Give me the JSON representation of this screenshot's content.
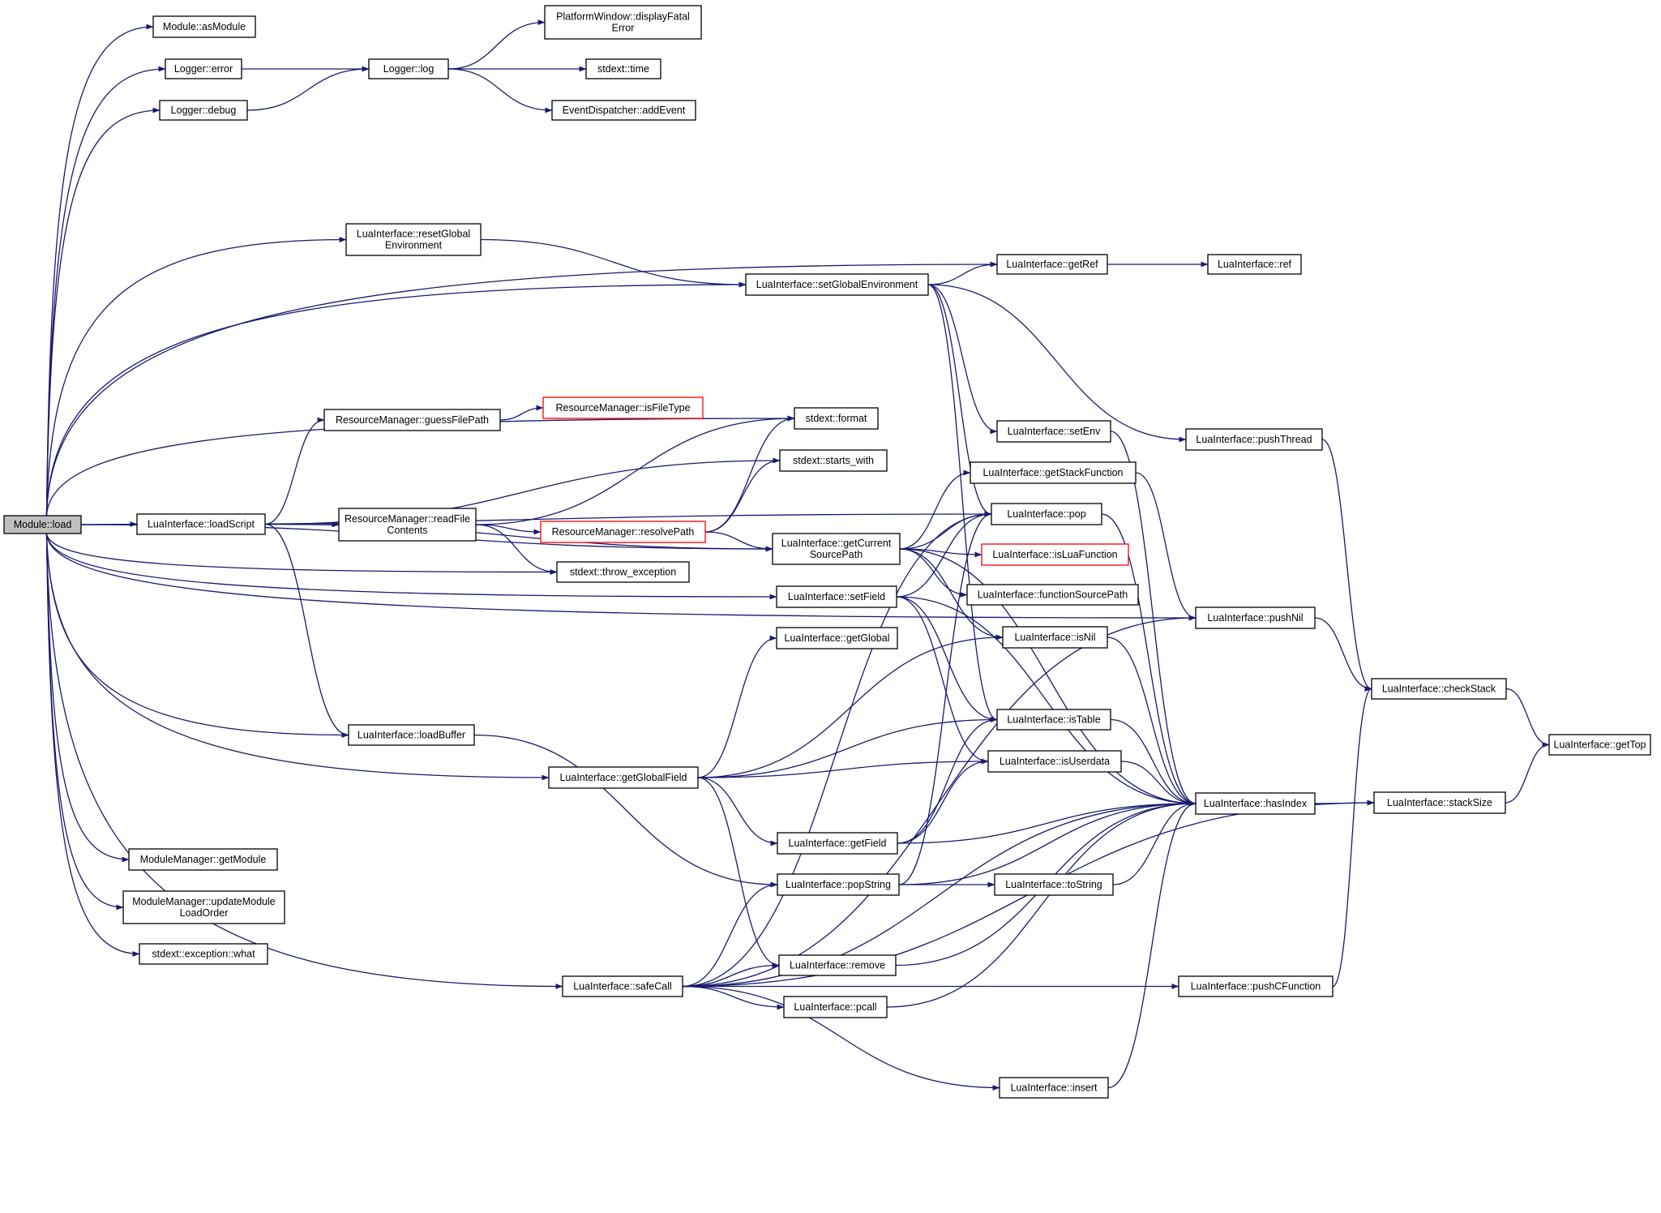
{
  "graph": {
    "nodes": [
      {
        "id": "module_load",
        "lines": [
          "Module::load"
        ],
        "style": "root"
      },
      {
        "id": "module_asModule",
        "lines": [
          "Module::asModule"
        ]
      },
      {
        "id": "logger_error",
        "lines": [
          "Logger::error"
        ]
      },
      {
        "id": "logger_debug",
        "lines": [
          "Logger::debug"
        ]
      },
      {
        "id": "logger_log",
        "lines": [
          "Logger::log"
        ]
      },
      {
        "id": "platform_displayFatalError",
        "lines": [
          "PlatformWindow::displayFatal",
          "Error"
        ]
      },
      {
        "id": "stdext_time",
        "lines": [
          "stdext::time"
        ]
      },
      {
        "id": "eventdispatcher_addEvent",
        "lines": [
          "EventDispatcher::addEvent"
        ]
      },
      {
        "id": "lua_resetGlobalEnvironment",
        "lines": [
          "LuaInterface::resetGlobal",
          "Environment"
        ]
      },
      {
        "id": "lua_setGlobalEnvironment",
        "lines": [
          "LuaInterface::setGlobalEnvironment"
        ]
      },
      {
        "id": "lua_getRef",
        "lines": [
          "LuaInterface::getRef"
        ]
      },
      {
        "id": "lua_ref",
        "lines": [
          "LuaInterface::ref"
        ]
      },
      {
        "id": "rm_guessFilePath",
        "lines": [
          "ResourceManager::guessFilePath"
        ]
      },
      {
        "id": "rm_isFileType",
        "lines": [
          "ResourceManager::isFileType"
        ],
        "style": "red"
      },
      {
        "id": "stdext_format",
        "lines": [
          "stdext::format"
        ]
      },
      {
        "id": "stdext_starts_with",
        "lines": [
          "stdext::starts_with"
        ]
      },
      {
        "id": "lua_setEnv",
        "lines": [
          "LuaInterface::setEnv"
        ]
      },
      {
        "id": "lua_pushThread",
        "lines": [
          "LuaInterface::pushThread"
        ]
      },
      {
        "id": "lua_getStackFunction",
        "lines": [
          "LuaInterface::getStackFunction"
        ]
      },
      {
        "id": "lua_pop",
        "lines": [
          "LuaInterface::pop"
        ]
      },
      {
        "id": "lua_loadScript",
        "lines": [
          "LuaInterface::loadScript"
        ]
      },
      {
        "id": "rm_readFileContents",
        "lines": [
          "ResourceManager::readFile",
          "Contents"
        ]
      },
      {
        "id": "rm_resolvePath",
        "lines": [
          "ResourceManager::resolvePath"
        ],
        "style": "red"
      },
      {
        "id": "lua_getCurrentSourcePath",
        "lines": [
          "LuaInterface::getCurrent",
          "SourcePath"
        ]
      },
      {
        "id": "lua_isLuaFunction",
        "lines": [
          "LuaInterface::isLuaFunction"
        ],
        "style": "red"
      },
      {
        "id": "stdext_throw_exception",
        "lines": [
          "stdext::throw_exception"
        ]
      },
      {
        "id": "lua_functionSourcePath",
        "lines": [
          "LuaInterface::functionSourcePath"
        ]
      },
      {
        "id": "lua_setField",
        "lines": [
          "LuaInterface::setField"
        ]
      },
      {
        "id": "lua_pushNil",
        "lines": [
          "LuaInterface::pushNil"
        ]
      },
      {
        "id": "lua_isNil",
        "lines": [
          "LuaInterface::isNil"
        ]
      },
      {
        "id": "lua_getGlobal",
        "lines": [
          "LuaInterface::getGlobal"
        ]
      },
      {
        "id": "lua_checkStack",
        "lines": [
          "LuaInterface::checkStack"
        ]
      },
      {
        "id": "lua_loadBuffer",
        "lines": [
          "LuaInterface::loadBuffer"
        ]
      },
      {
        "id": "lua_isTable",
        "lines": [
          "LuaInterface::isTable"
        ]
      },
      {
        "id": "lua_getTop",
        "lines": [
          "LuaInterface::getTop"
        ]
      },
      {
        "id": "lua_getGlobalField",
        "lines": [
          "LuaInterface::getGlobalField"
        ]
      },
      {
        "id": "lua_isUserdata",
        "lines": [
          "LuaInterface::isUserdata"
        ]
      },
      {
        "id": "lua_hasIndex",
        "lines": [
          "LuaInterface::hasIndex"
        ]
      },
      {
        "id": "lua_stackSize",
        "lines": [
          "LuaInterface::stackSize"
        ]
      },
      {
        "id": "lua_getField",
        "lines": [
          "LuaInterface::getField"
        ]
      },
      {
        "id": "mm_getModule",
        "lines": [
          "ModuleManager::getModule"
        ]
      },
      {
        "id": "lua_popString",
        "lines": [
          "LuaInterface::popString"
        ]
      },
      {
        "id": "lua_toString",
        "lines": [
          "LuaInterface::toString"
        ]
      },
      {
        "id": "mm_updateModuleLoadOrder",
        "lines": [
          "ModuleManager::updateModule",
          "LoadOrder"
        ]
      },
      {
        "id": "stdext_exception_what",
        "lines": [
          "stdext::exception::what"
        ]
      },
      {
        "id": "lua_remove",
        "lines": [
          "LuaInterface::remove"
        ]
      },
      {
        "id": "lua_safeCall",
        "lines": [
          "LuaInterface::safeCall"
        ]
      },
      {
        "id": "lua_pushCFunction",
        "lines": [
          "LuaInterface::pushCFunction"
        ]
      },
      {
        "id": "lua_pcall",
        "lines": [
          "LuaInterface::pcall"
        ]
      },
      {
        "id": "lua_insert",
        "lines": [
          "LuaInterface::insert"
        ]
      }
    ],
    "edges": [
      [
        "module_load",
        "module_asModule"
      ],
      [
        "module_load",
        "logger_error"
      ],
      [
        "module_load",
        "logger_debug"
      ],
      [
        "module_load",
        "lua_pushNil"
      ],
      [
        "module_load",
        "lua_getRef"
      ],
      [
        "module_load",
        "lua_resetGlobalEnvironment"
      ],
      [
        "module_load",
        "lua_setGlobalEnvironment"
      ],
      [
        "module_load",
        "lua_pop"
      ],
      [
        "module_load",
        "stdext_format"
      ],
      [
        "module_load",
        "lua_loadScript"
      ],
      [
        "module_load",
        "stdext_throw_exception"
      ],
      [
        "module_load",
        "lua_getCurrentSourcePath"
      ],
      [
        "module_load",
        "lua_setField"
      ],
      [
        "module_load",
        "lua_loadBuffer"
      ],
      [
        "module_load",
        "lua_getGlobalField"
      ],
      [
        "module_load",
        "lua_safeCall"
      ],
      [
        "module_load",
        "mm_getModule"
      ],
      [
        "module_load",
        "mm_updateModuleLoadOrder"
      ],
      [
        "module_load",
        "stdext_exception_what"
      ],
      [
        "logger_error",
        "logger_log"
      ],
      [
        "logger_debug",
        "logger_log"
      ],
      [
        "logger_log",
        "platform_displayFatalError"
      ],
      [
        "logger_log",
        "stdext_time"
      ],
      [
        "logger_log",
        "eventdispatcher_addEvent"
      ],
      [
        "lua_resetGlobalEnvironment",
        "lua_setGlobalEnvironment"
      ],
      [
        "lua_setGlobalEnvironment",
        "lua_getRef"
      ],
      [
        "lua_setGlobalEnvironment",
        "lua_setEnv"
      ],
      [
        "lua_setGlobalEnvironment",
        "lua_pushThread"
      ],
      [
        "lua_setGlobalEnvironment",
        "lua_pop"
      ],
      [
        "lua_setGlobalEnvironment",
        "lua_isTable"
      ],
      [
        "lua_getRef",
        "lua_ref"
      ],
      [
        "lua_loadScript",
        "rm_guessFilePath"
      ],
      [
        "lua_loadScript",
        "stdext_starts_with"
      ],
      [
        "lua_loadScript",
        "rm_readFileContents"
      ],
      [
        "lua_loadScript",
        "lua_getCurrentSourcePath"
      ],
      [
        "lua_loadScript",
        "lua_loadBuffer"
      ],
      [
        "rm_guessFilePath",
        "rm_isFileType"
      ],
      [
        "rm_readFileContents",
        "stdext_format"
      ],
      [
        "rm_readFileContents",
        "rm_resolvePath"
      ],
      [
        "rm_readFileContents",
        "stdext_throw_exception"
      ],
      [
        "rm_resolvePath",
        "stdext_format"
      ],
      [
        "rm_resolvePath",
        "stdext_starts_with"
      ],
      [
        "rm_resolvePath",
        "lua_getCurrentSourcePath"
      ],
      [
        "lua_getCurrentSourcePath",
        "lua_getStackFunction"
      ],
      [
        "lua_getCurrentSourcePath",
        "lua_pop"
      ],
      [
        "lua_getCurrentSourcePath",
        "lua_isLuaFunction"
      ],
      [
        "lua_getCurrentSourcePath",
        "lua_functionSourcePath"
      ],
      [
        "lua_getCurrentSourcePath",
        "lua_isNil"
      ],
      [
        "lua_getCurrentSourcePath",
        "lua_hasIndex"
      ],
      [
        "lua_setField",
        "lua_isTable"
      ],
      [
        "lua_setField",
        "lua_isUserdata"
      ],
      [
        "lua_setField",
        "lua_pop"
      ],
      [
        "lua_setField",
        "lua_hasIndex"
      ],
      [
        "lua_setEnv",
        "lua_hasIndex"
      ],
      [
        "lua_getStackFunction",
        "lua_pushNil"
      ],
      [
        "lua_pop",
        "lua_hasIndex"
      ],
      [
        "lua_pushThread",
        "lua_checkStack"
      ],
      [
        "lua_pushNil",
        "lua_checkStack"
      ],
      [
        "lua_isNil",
        "lua_hasIndex"
      ],
      [
        "lua_isTable",
        "lua_hasIndex"
      ],
      [
        "lua_isUserdata",
        "lua_hasIndex"
      ],
      [
        "lua_getGlobalField",
        "lua_getGlobal"
      ],
      [
        "lua_getGlobalField",
        "lua_isNil"
      ],
      [
        "lua_getGlobalField",
        "lua_isTable"
      ],
      [
        "lua_getGlobalField",
        "lua_isUserdata"
      ],
      [
        "lua_getGlobalField",
        "lua_getField"
      ],
      [
        "lua_getGlobalField",
        "lua_remove"
      ],
      [
        "lua_getField",
        "lua_isTable"
      ],
      [
        "lua_getField",
        "lua_isUserdata"
      ],
      [
        "lua_getField",
        "lua_hasIndex"
      ],
      [
        "lua_loadBuffer",
        "lua_popString"
      ],
      [
        "lua_popString",
        "lua_toString"
      ],
      [
        "lua_popString",
        "lua_pop"
      ],
      [
        "lua_popString",
        "lua_hasIndex"
      ],
      [
        "lua_toString",
        "lua_hasIndex"
      ],
      [
        "lua_safeCall",
        "lua_popString"
      ],
      [
        "lua_safeCall",
        "lua_remove"
      ],
      [
        "lua_safeCall",
        "lua_pcall"
      ],
      [
        "lua_safeCall",
        "lua_insert"
      ],
      [
        "lua_safeCall",
        "lua_stackSize"
      ],
      [
        "lua_safeCall",
        "lua_hasIndex"
      ],
      [
        "lua_safeCall",
        "lua_pushNil"
      ],
      [
        "lua_safeCall",
        "lua_pop"
      ],
      [
        "lua_safeCall",
        "lua_pushCFunction"
      ],
      [
        "lua_remove",
        "lua_hasIndex"
      ],
      [
        "lua_pcall",
        "lua_hasIndex"
      ],
      [
        "lua_insert",
        "lua_hasIndex"
      ],
      [
        "lua_pushCFunction",
        "lua_checkStack"
      ],
      [
        "lua_checkStack",
        "lua_getTop"
      ],
      [
        "lua_hasIndex",
        "lua_stackSize"
      ],
      [
        "lua_stackSize",
        "lua_getTop"
      ]
    ]
  }
}
